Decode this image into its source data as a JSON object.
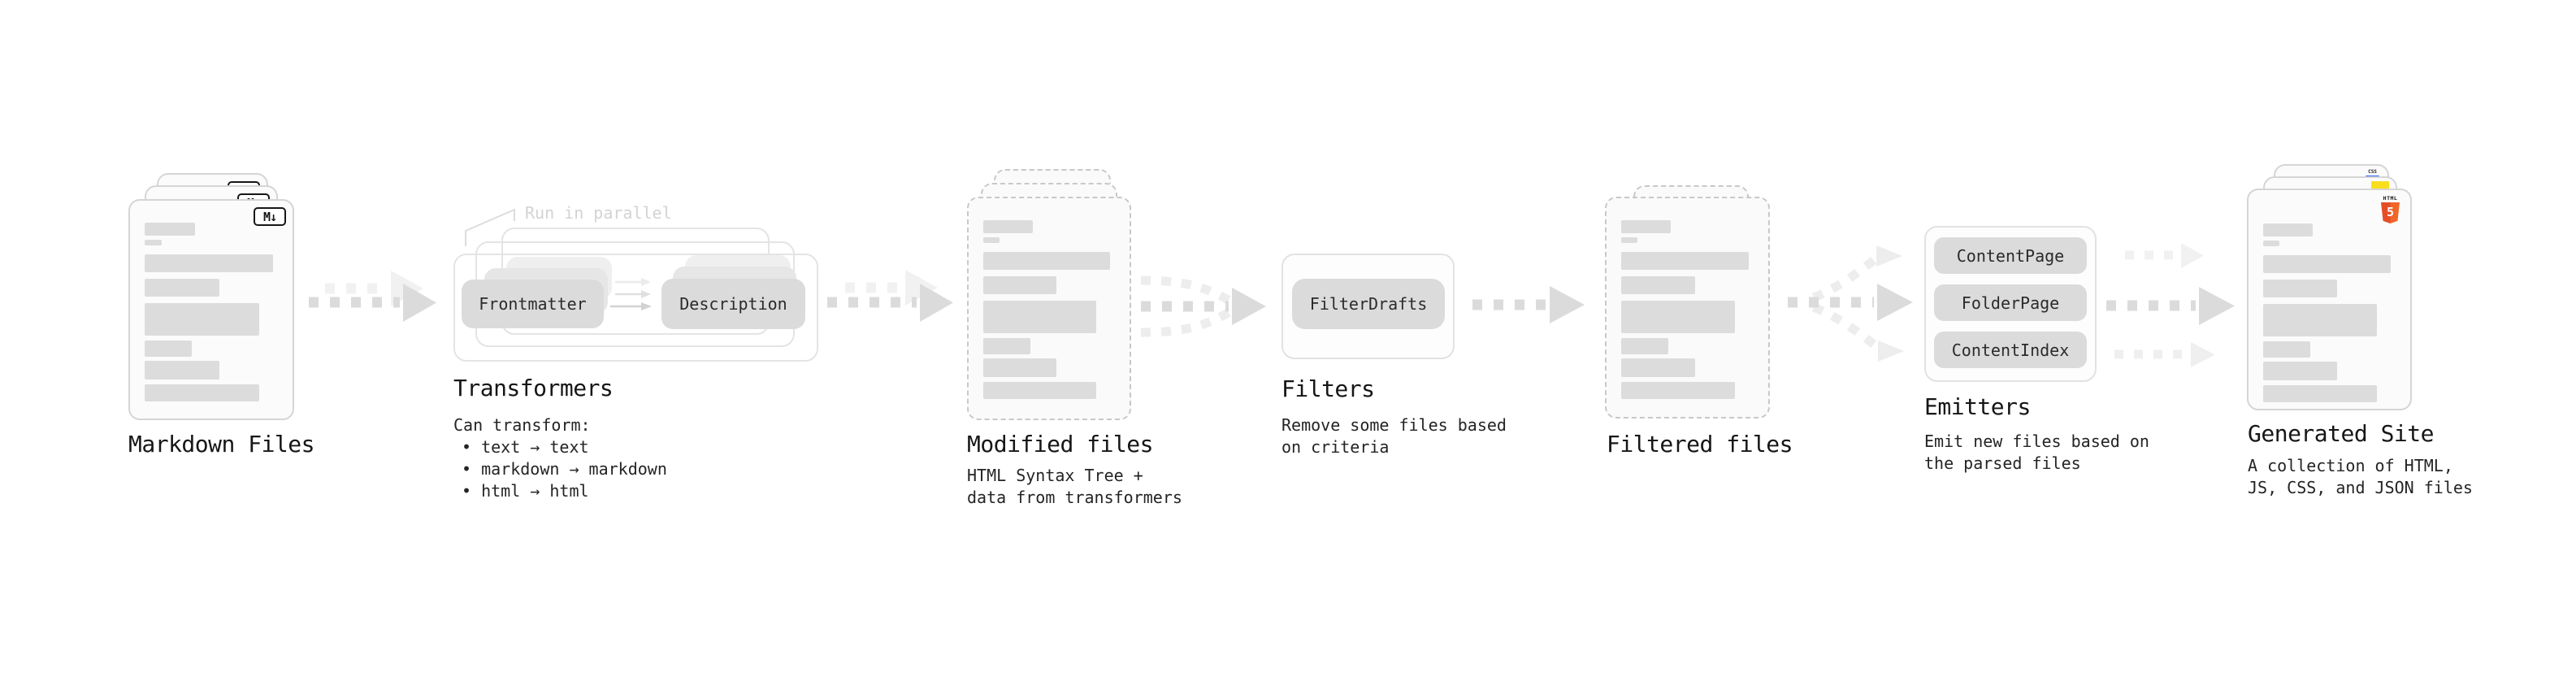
{
  "stages": {
    "markdown": {
      "title": "Markdown Files",
      "badge": "M↓"
    },
    "transformers": {
      "annotation": "Run in parallel",
      "step_from": "Frontmatter",
      "step_to": "Description",
      "title": "Transformers",
      "desc_intro": "Can transform:",
      "bullets": [
        "• text → text",
        "• markdown → markdown",
        "• html → html"
      ]
    },
    "modified": {
      "title": "Modified files",
      "desc": [
        "HTML Syntax Tree +",
        "data from transformers"
      ]
    },
    "filters": {
      "button": "FilterDrafts",
      "title": "Filters",
      "desc": [
        "Remove some files based",
        "on criteria"
      ]
    },
    "filtered": {
      "title": "Filtered files"
    },
    "emitters": {
      "buttons": [
        "ContentPage",
        "FolderPage",
        "ContentIndex"
      ],
      "title": "Emitters",
      "desc": [
        "Emit new files based on",
        "the parsed files"
      ]
    },
    "generated": {
      "title": "Generated Site",
      "desc": [
        "A collection of HTML,",
        "JS, CSS, and JSON files"
      ],
      "css_badge": "CSS",
      "html_badge_label": "HTML",
      "html_badge_number": "5"
    }
  },
  "colors": {
    "html5_orange": "#E44D26",
    "html5_orange_light": "#F16529",
    "js_yellow": "#F7DF1E",
    "css_blue": "#2965F1"
  }
}
